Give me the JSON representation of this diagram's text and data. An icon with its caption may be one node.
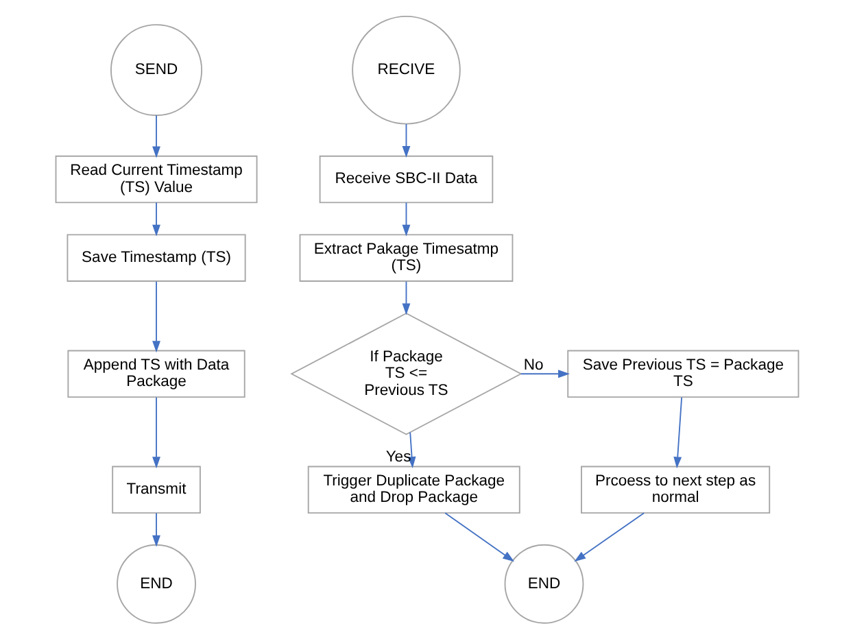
{
  "diagram": {
    "nodes": [
      {
        "text": [
          "SEND"
        ]
      },
      {
        "text": [
          "Read Current Timestamp (TS) Value"
        ]
      },
      {
        "text": [
          "Save Timestamp (TS)"
        ]
      },
      {
        "text": [
          "Append TS with Data Package"
        ]
      },
      {
        "text": [
          "Transmit"
        ]
      },
      {
        "text": [
          "END"
        ]
      },
      {
        "text": [
          "RECIVE"
        ]
      },
      {
        "text": [
          "Receive SBC-II Data"
        ]
      },
      {
        "text": [
          "Extract Pakage Timesatmp (TS)"
        ]
      },
      {
        "text": [
          "If Package TS <= Previous TS"
        ]
      },
      {
        "text": [
          "Save Previous TS = Package TS"
        ]
      },
      {
        "text": [
          "Prcoess to next step as normal"
        ]
      },
      {
        "text": [
          "END"
        ]
      },
      {
        "text": [
          "Trigger Duplicate Package and Drop Package"
        ]
      }
    ],
    "edges": [
      {
        "from": 0,
        "to": 1,
        "arrow": "to"
      },
      {
        "from": 1,
        "to": 2,
        "arrow": "to"
      },
      {
        "from": 2,
        "to": 3,
        "arrow": "to"
      },
      {
        "from": 3,
        "to": 4,
        "arrow": "to"
      },
      {
        "from": 4,
        "to": 5,
        "arrow": "to"
      },
      {
        "from": 6,
        "to": 7,
        "arrow": "to"
      },
      {
        "from": 7,
        "to": 8,
        "arrow": "to"
      },
      {
        "from": 8,
        "to": 9,
        "arrow": "to"
      },
      {
        "from": 9,
        "to": 10,
        "arrow": "to",
        "label": "No"
      },
      {
        "from": 10,
        "to": 11,
        "arrow": "to"
      },
      {
        "from": 11,
        "to": 12,
        "arrow": "to"
      },
      {
        "from": 9,
        "to": 13,
        "arrow": "to",
        "label": "Yes"
      },
      {
        "from": 13,
        "to": 12,
        "arrow": "to"
      }
    ]
  }
}
